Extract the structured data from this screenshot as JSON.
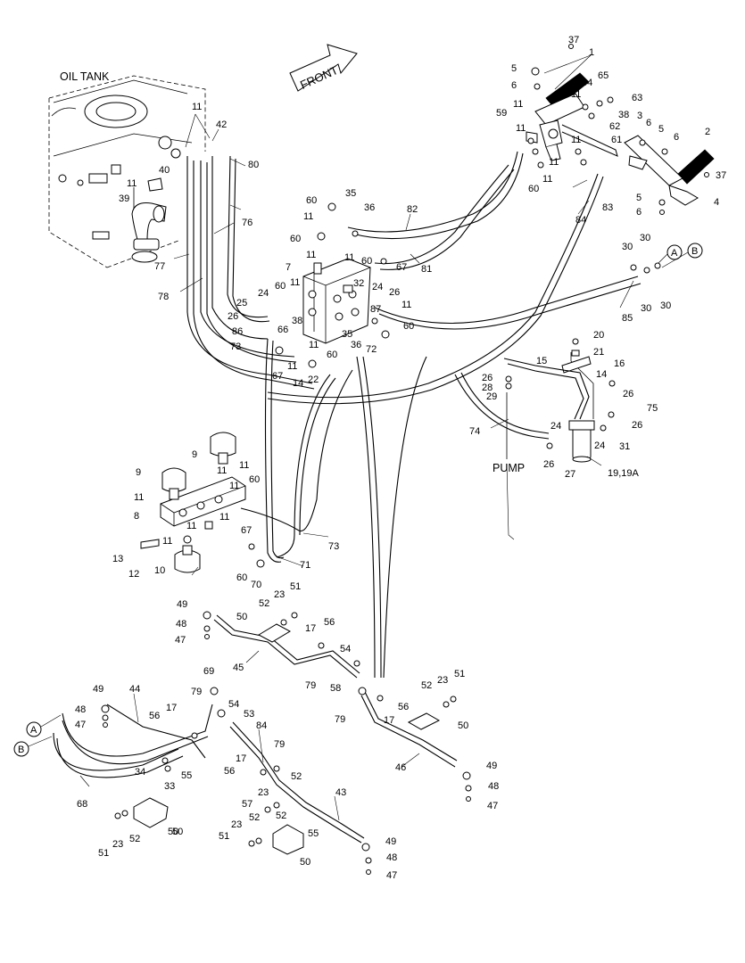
{
  "labels": {
    "oil_tank": "OIL TANK",
    "front": "FRONT",
    "pump": "PUMP"
  },
  "callouts": [
    {
      "id": "c37a",
      "t": "37"
    },
    {
      "id": "c1",
      "t": "1"
    },
    {
      "id": "c5a",
      "t": "5"
    },
    {
      "id": "c6a",
      "t": "6"
    },
    {
      "id": "c65",
      "t": "65"
    },
    {
      "id": "c64",
      "t": "64"
    },
    {
      "id": "c11a",
      "t": "11"
    },
    {
      "id": "c63",
      "t": "63"
    },
    {
      "id": "c38a",
      "t": "38"
    },
    {
      "id": "c62",
      "t": "62"
    },
    {
      "id": "c59",
      "t": "59"
    },
    {
      "id": "c11b",
      "t": "11"
    },
    {
      "id": "c11c",
      "t": "11"
    },
    {
      "id": "c61",
      "t": "61"
    },
    {
      "id": "c11d",
      "t": "11"
    },
    {
      "id": "c11e",
      "t": "11"
    },
    {
      "id": "c60a",
      "t": "60"
    },
    {
      "id": "c11f",
      "t": "11"
    },
    {
      "id": "c3",
      "t": "3"
    },
    {
      "id": "c6b",
      "t": "6"
    },
    {
      "id": "c5b",
      "t": "5"
    },
    {
      "id": "c6c",
      "t": "6"
    },
    {
      "id": "c2",
      "t": "2"
    },
    {
      "id": "c37b",
      "t": "37"
    },
    {
      "id": "c5c",
      "t": "5"
    },
    {
      "id": "c4",
      "t": "4"
    },
    {
      "id": "c6d",
      "t": "6"
    },
    {
      "id": "c83",
      "t": "83"
    },
    {
      "id": "c84a",
      "t": "84"
    },
    {
      "id": "c11g",
      "t": "11"
    },
    {
      "id": "c42",
      "t": "42"
    },
    {
      "id": "c40",
      "t": "40"
    },
    {
      "id": "c80",
      "t": "80"
    },
    {
      "id": "c11h",
      "t": "11"
    },
    {
      "id": "c39",
      "t": "39"
    },
    {
      "id": "c76",
      "t": "76"
    },
    {
      "id": "c77",
      "t": "77"
    },
    {
      "id": "c78",
      "t": "78"
    },
    {
      "id": "c35a",
      "t": "35"
    },
    {
      "id": "c60b",
      "t": "60"
    },
    {
      "id": "c36a",
      "t": "36"
    },
    {
      "id": "c11i",
      "t": "11"
    },
    {
      "id": "c82",
      "t": "82"
    },
    {
      "id": "c60c",
      "t": "60"
    },
    {
      "id": "c11j",
      "t": "11"
    },
    {
      "id": "c81",
      "t": "81"
    },
    {
      "id": "c7",
      "t": "7"
    },
    {
      "id": "c11k",
      "t": "11"
    },
    {
      "id": "c60d",
      "t": "60"
    },
    {
      "id": "c67a",
      "t": "67"
    },
    {
      "id": "c11l",
      "t": "11"
    },
    {
      "id": "c60e",
      "t": "60"
    },
    {
      "id": "c32",
      "t": "32"
    },
    {
      "id": "c24a",
      "t": "24"
    },
    {
      "id": "c24b",
      "t": "24"
    },
    {
      "id": "c25",
      "t": "25"
    },
    {
      "id": "c26a",
      "t": "26"
    },
    {
      "id": "c26b",
      "t": "26"
    },
    {
      "id": "c11m",
      "t": "11"
    },
    {
      "id": "c86",
      "t": "86"
    },
    {
      "id": "c38b",
      "t": "38"
    },
    {
      "id": "c66",
      "t": "66"
    },
    {
      "id": "c87",
      "t": "87"
    },
    {
      "id": "c60f",
      "t": "60"
    },
    {
      "id": "c35b",
      "t": "35"
    },
    {
      "id": "c73a",
      "t": "73"
    },
    {
      "id": "c11n",
      "t": "11"
    },
    {
      "id": "c36b",
      "t": "36"
    },
    {
      "id": "c72",
      "t": "72"
    },
    {
      "id": "c60g",
      "t": "60"
    },
    {
      "id": "c67b",
      "t": "67"
    },
    {
      "id": "c11o",
      "t": "11"
    },
    {
      "id": "c14a",
      "t": "14"
    },
    {
      "id": "c22",
      "t": "22"
    },
    {
      "id": "c30a",
      "t": "30"
    },
    {
      "id": "c30b",
      "t": "30"
    },
    {
      "id": "c30c",
      "t": "30"
    },
    {
      "id": "c30d",
      "t": "30"
    },
    {
      "id": "c85",
      "t": "85"
    },
    {
      "id": "c20",
      "t": "20"
    },
    {
      "id": "c21",
      "t": "21"
    },
    {
      "id": "c15",
      "t": "15"
    },
    {
      "id": "c14b",
      "t": "14"
    },
    {
      "id": "c16",
      "t": "16"
    },
    {
      "id": "c26c",
      "t": "26"
    },
    {
      "id": "c28",
      "t": "28"
    },
    {
      "id": "c29",
      "t": "29"
    },
    {
      "id": "c26d",
      "t": "26"
    },
    {
      "id": "c26e",
      "t": "26"
    },
    {
      "id": "c75",
      "t": "75"
    },
    {
      "id": "c74",
      "t": "74"
    },
    {
      "id": "c24c",
      "t": "24"
    },
    {
      "id": "c24d",
      "t": "24"
    },
    {
      "id": "c31",
      "t": "31"
    },
    {
      "id": "c26f",
      "t": "26"
    },
    {
      "id": "c27",
      "t": "27"
    },
    {
      "id": "c19",
      "t": "19,19A"
    },
    {
      "id": "c9a",
      "t": "9"
    },
    {
      "id": "c9b",
      "t": "9"
    },
    {
      "id": "c11p",
      "t": "11"
    },
    {
      "id": "c11q",
      "t": "11"
    },
    {
      "id": "c11r",
      "t": "11"
    },
    {
      "id": "c60h",
      "t": "60"
    },
    {
      "id": "c11s",
      "t": "11"
    },
    {
      "id": "c8",
      "t": "8"
    },
    {
      "id": "c11t",
      "t": "11"
    },
    {
      "id": "c67c",
      "t": "67"
    },
    {
      "id": "c11u",
      "t": "11"
    },
    {
      "id": "c13",
      "t": "13"
    },
    {
      "id": "c12",
      "t": "12"
    },
    {
      "id": "c10",
      "t": "10"
    },
    {
      "id": "c11v",
      "t": "11"
    },
    {
      "id": "c60i",
      "t": "60"
    },
    {
      "id": "c70",
      "t": "70"
    },
    {
      "id": "c71",
      "t": "71"
    },
    {
      "id": "c73b",
      "t": "73"
    },
    {
      "id": "c49a",
      "t": "49"
    },
    {
      "id": "c48a",
      "t": "48"
    },
    {
      "id": "c47a",
      "t": "47"
    },
    {
      "id": "c23a",
      "t": "23"
    },
    {
      "id": "c51a",
      "t": "51"
    },
    {
      "id": "c52a",
      "t": "52"
    },
    {
      "id": "c50a",
      "t": "50"
    },
    {
      "id": "c56a",
      "t": "56"
    },
    {
      "id": "c17a",
      "t": "17"
    },
    {
      "id": "c45",
      "t": "45"
    },
    {
      "id": "c54a",
      "t": "54"
    },
    {
      "id": "c79a",
      "t": "79"
    },
    {
      "id": "c58",
      "t": "58"
    },
    {
      "id": "c52b",
      "t": "52"
    },
    {
      "id": "c23b",
      "t": "23"
    },
    {
      "id": "c51b",
      "t": "51"
    },
    {
      "id": "c56b",
      "t": "56"
    },
    {
      "id": "c79b",
      "t": "79"
    },
    {
      "id": "c17b",
      "t": "17"
    },
    {
      "id": "c50b",
      "t": "50"
    },
    {
      "id": "c46",
      "t": "46"
    },
    {
      "id": "c49b",
      "t": "49"
    },
    {
      "id": "c48b",
      "t": "48"
    },
    {
      "id": "c47b",
      "t": "47"
    },
    {
      "id": "c69",
      "t": "69"
    },
    {
      "id": "c44",
      "t": "44"
    },
    {
      "id": "c49c",
      "t": "49"
    },
    {
      "id": "c79c",
      "t": "79"
    },
    {
      "id": "c54b",
      "t": "54"
    },
    {
      "id": "c48c",
      "t": "48"
    },
    {
      "id": "c47c",
      "t": "47"
    },
    {
      "id": "c53",
      "t": "53"
    },
    {
      "id": "c56c",
      "t": "56"
    },
    {
      "id": "c17c",
      "t": "17"
    },
    {
      "id": "c84b",
      "t": "84"
    },
    {
      "id": "c79d",
      "t": "79"
    },
    {
      "id": "c34",
      "t": "34"
    },
    {
      "id": "c55a",
      "t": "55"
    },
    {
      "id": "c33",
      "t": "33"
    },
    {
      "id": "c17d",
      "t": "17"
    },
    {
      "id": "c56d",
      "t": "56"
    },
    {
      "id": "c52c",
      "t": "52"
    },
    {
      "id": "c68",
      "t": "68"
    },
    {
      "id": "c57",
      "t": "57"
    },
    {
      "id": "c23c",
      "t": "23"
    },
    {
      "id": "c43",
      "t": "43"
    },
    {
      "id": "c52d",
      "t": "52"
    },
    {
      "id": "c55b",
      "t": "55"
    },
    {
      "id": "c50c",
      "t": "50"
    },
    {
      "id": "c51c",
      "t": "51"
    },
    {
      "id": "c23d",
      "t": "23"
    },
    {
      "id": "c52e",
      "t": "52"
    },
    {
      "id": "c50d",
      "t": "50"
    },
    {
      "id": "c23e",
      "t": "23"
    },
    {
      "id": "c51d",
      "t": "51"
    },
    {
      "id": "c52f",
      "t": "52"
    },
    {
      "id": "c50e",
      "t": "50"
    },
    {
      "id": "c49d",
      "t": "49"
    },
    {
      "id": "c48d",
      "t": "48"
    },
    {
      "id": "c47d",
      "t": "47"
    }
  ],
  "connectors": {
    "a_top": "A",
    "b_top": "B",
    "a_left": "A",
    "b_left": "B"
  }
}
